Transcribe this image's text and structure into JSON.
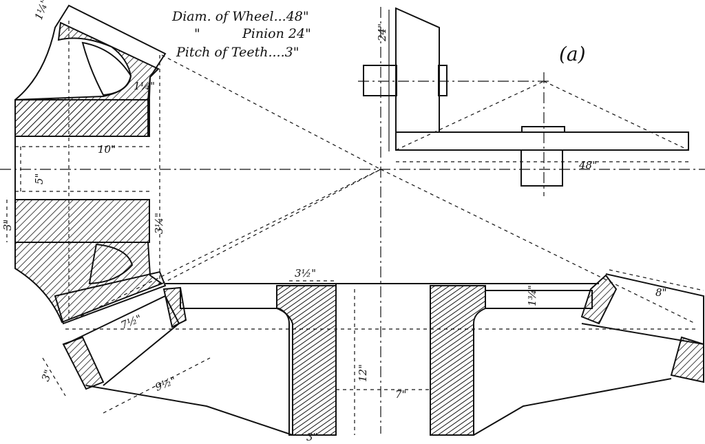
{
  "spec": {
    "line1": "Diam. of Wheel...48\"",
    "line2_ditto": "\"",
    "line2": "Pinion 24\"",
    "line3": "Pitch of Teeth....3\""
  },
  "figure_label": "(a)",
  "dimensions": {
    "pinion_top_thickness": "1¼\"",
    "pinion_arm": "1¼\"",
    "pinion_bore_len": "10\"",
    "pinion_bore": "5\"",
    "pinion_rim": "3\"",
    "pinion_hub_depth": "3¼\"",
    "small_diagram_height": "24\"",
    "small_diagram_width": "48\"",
    "wheel_hub_width": "3½\"",
    "wheel_rim": "1¾\"",
    "wheel_face": "8\"",
    "wheel_hub_height": "12\"",
    "wheel_bore": "7\"",
    "wheel_hub_base": "3\"",
    "tooth_length_inner": "7½\"",
    "tooth_length_outer": "9½\"",
    "tooth_depth": "3\""
  }
}
